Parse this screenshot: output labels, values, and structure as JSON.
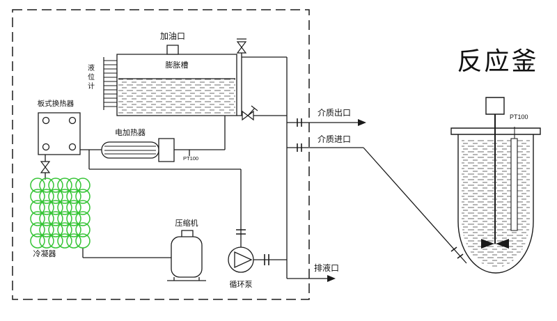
{
  "system": {
    "oil_fill_port": "加油口",
    "expansion_tank": "膨胀槽",
    "level_gauge": "液位计",
    "plate_heat_exchanger": "板式换热器",
    "electric_heater": "电加热器",
    "heater_sensor": "PT100",
    "condenser": "冷凝器",
    "compressor": "压缩机",
    "circulation_pump": "循环泵"
  },
  "ports": {
    "medium_outlet": "介质出口",
    "medium_inlet": "介质进口",
    "drain": "排液口"
  },
  "reactor": {
    "title": "反应釜",
    "temp_sensor": "PT100"
  },
  "colors": {
    "line": "#1a1a1a",
    "condenser_coil": "#35c435",
    "background": "#ffffff"
  }
}
